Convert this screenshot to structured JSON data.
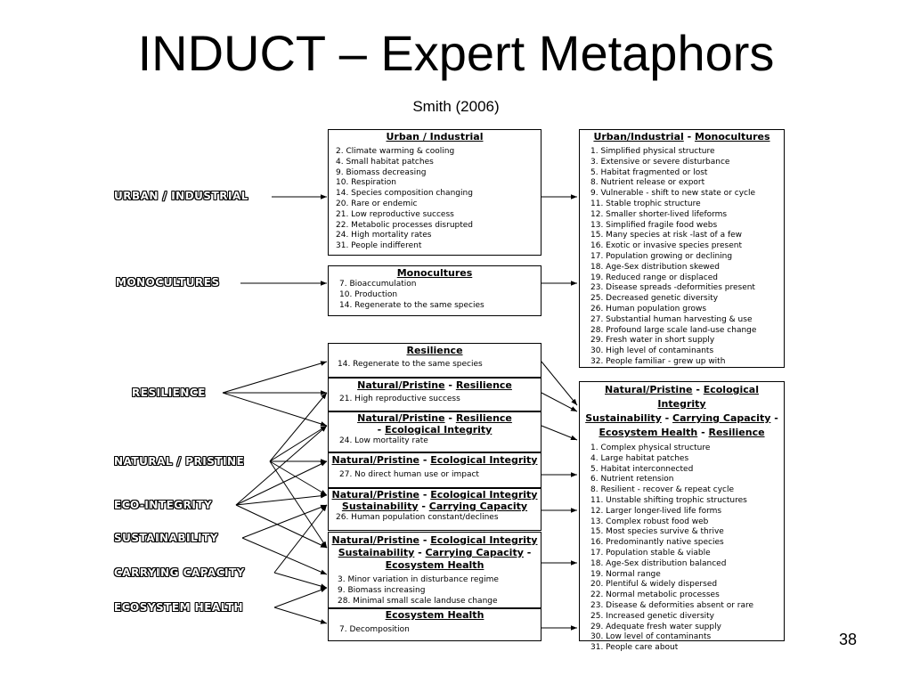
{
  "slide": {
    "title": "INDUCT – Expert Metaphors",
    "subtitle": "Smith (2006)",
    "page_number": "38"
  },
  "labels": {
    "urban": "URBAN / INDUSTRIAL",
    "mono": "MONOCULTURES",
    "resilience": "RESILIENCE",
    "natural": "NATURAL / PRISTINE",
    "eco": "ECO-INTEGRITY",
    "sustain": "SUSTAINABILITY",
    "carrying": "CARRYING CAPACITY",
    "ecohealth": "ECOSYSTEM HEALTH"
  },
  "boxes": {
    "urban": {
      "heading": "Urban / Industrial",
      "items": [
        "2. Climate warming & cooling",
        "4. Small habitat patches",
        "9. Biomass decreasing",
        "10. Respiration",
        "14. Species composition changing",
        "20. Rare or endemic",
        "21. Low reproductive success",
        "22. Metabolic processes disrupted",
        "24. High mortality rates",
        "31. People indifferent"
      ]
    },
    "mono": {
      "heading": "Monocultures",
      "items": [
        "7. Bioaccumulation",
        "10. Production",
        "14. Regenerate to the same species"
      ]
    },
    "resil": {
      "heading": "Resilience",
      "items": [
        "14. Regenerate to the same species"
      ]
    },
    "np_res": {
      "h1": "Natural/Pristine",
      "sep": " - ",
      "h2": "Resilience",
      "items": [
        "21. High reproductive success"
      ]
    },
    "np_res_ei": {
      "h1": "Natural/Pristine",
      "sep1": " - ",
      "h2": "Resilience",
      "sep2": "- ",
      "h3": "Ecological Integrity",
      "items": [
        "24. Low mortality rate"
      ]
    },
    "np_ei": {
      "h1": "Natural/Pristine",
      "sep": " - ",
      "h2": "Ecological Integrity",
      "items": [
        "27. No direct human use or impact"
      ]
    },
    "np_ei_sc": {
      "h1": "Natural/Pristine",
      "sep1": " - ",
      "h2": "Ecological Integrity",
      "h3": "Sustainability",
      "sep2": " - ",
      "h4": "Carrying Capacity",
      "items": [
        "26. Human population constant/declines"
      ]
    },
    "np_ei_sc_eh": {
      "h1": "Natural/Pristine",
      "sep1": " - ",
      "h2": "Ecological Integrity",
      "h3": "Sustainability",
      "sep2": " - ",
      "h4": "Carrying Capacity",
      "sep3": " -",
      "h5": "Ecosystem Health",
      "items": [
        "3. Minor variation in disturbance regime",
        "9. Biomass increasing",
        "28. Minimal small scale landuse change"
      ]
    },
    "eh": {
      "heading": "Ecosystem Health",
      "items": [
        "7. Decomposition"
      ]
    },
    "right_top": {
      "h1": "Urban/Industrial",
      "sep": " - ",
      "h2": "Monocultures",
      "items": [
        "1. Simplified physical structure",
        "3. Extensive or severe disturbance",
        "5. Habitat fragmented or lost",
        "8. Nutrient release or export",
        "9. Vulnerable - shift to new state or cycle",
        "11. Stable trophic structure",
        "12. Smaller shorter-lived lifeforms",
        "13. Simplified fragile food webs",
        "15. Many species at risk -last of a few",
        "16. Exotic or invasive species present",
        "17. Population growing or declining",
        "18. Age-Sex distribution skewed",
        "19. Reduced range or displaced",
        "23. Disease spreads -deformities present",
        "25. Decreased genetic diversity",
        "26. Human population grows",
        "27. Substantial human harvesting & use",
        "28. Profound large scale land-use change",
        "29. Fresh water in short supply",
        "30. High level of contaminants",
        "32. People familiar - grew up with"
      ]
    },
    "right_bottom": {
      "h1": "Natural/Pristine",
      "sep1": " - ",
      "h2": "Ecological Integrity",
      "h3": "Sustainability",
      "sep2": " - ",
      "h4": "Carrying Capacity",
      "sep3": " -",
      "h5": "Ecosystem Health",
      "sep4": " - ",
      "h6": "Resilience",
      "items": [
        "1. Complex physical structure",
        "4. Large habitat patches",
        "5. Habitat interconnected",
        "6. Nutrient retension",
        "8. Resilient - recover & repeat cycle",
        "11. Unstable shifting trophic structures",
        "12. Larger longer-lived life forms",
        "13. Complex robust food web",
        "15. Most species survive & thrive",
        "16. Predominantly native species",
        "17. Population stable & viable",
        "18. Age-Sex distribution balanced",
        "19. Normal range",
        "20. Plentiful & widely dispersed",
        "22. Normal metabolic processes",
        "23. Disease & deformities absent or rare",
        "25. Increased genetic diversity",
        "29. Adequate fresh water supply",
        "30. Low level of contaminants",
        "31. People care about"
      ]
    }
  }
}
